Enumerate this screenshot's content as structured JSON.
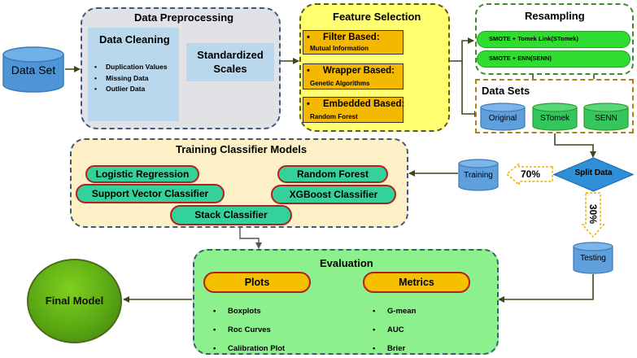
{
  "dataset": {
    "label": "Data Set"
  },
  "preprocessing": {
    "title": "Data Preprocessing",
    "cleaning_title": "Data Cleaning",
    "cleaning_items": [
      "Duplication Values",
      "Missing Data",
      "Outlier Data"
    ],
    "standardized": "Standardized Scales"
  },
  "feature_selection": {
    "title": "Feature Selection",
    "items": [
      {
        "heading": "Filter Based:",
        "sub": "Mutual Information"
      },
      {
        "heading": "Wrapper Based:",
        "sub": "Genetic Algorithms"
      },
      {
        "heading": "Embedded Based:",
        "sub": "Random Forest"
      }
    ]
  },
  "resampling": {
    "title": "Resampling",
    "items": [
      "SMOTE + Tomek Link(STomek)",
      "SMOTE + ENN(SENN)"
    ]
  },
  "datasets": {
    "title": "Data Sets",
    "items": [
      "Original",
      "STomek",
      "SENN"
    ]
  },
  "split": {
    "label": "Split Data",
    "train_pct": "70%",
    "test_pct": "30%"
  },
  "training_cylinder": {
    "label": "Training"
  },
  "testing_cylinder": {
    "label": "Testing"
  },
  "classifiers": {
    "title": "Training Classifier Models",
    "items": [
      "Logistic Regression",
      "Random Forest",
      "Support Vector Classifier",
      "XGBoost Classifier",
      "Stack Classifier"
    ]
  },
  "evaluation": {
    "title": "Evaluation",
    "plots_title": "Plots",
    "plots_items": [
      "Boxplots",
      "Roc Curves",
      "Calibration Plot"
    ],
    "metrics_title": "Metrics",
    "metrics_items": [
      "G-mean",
      "AUC",
      "Brier"
    ]
  },
  "final": {
    "label": "Final Model"
  }
}
